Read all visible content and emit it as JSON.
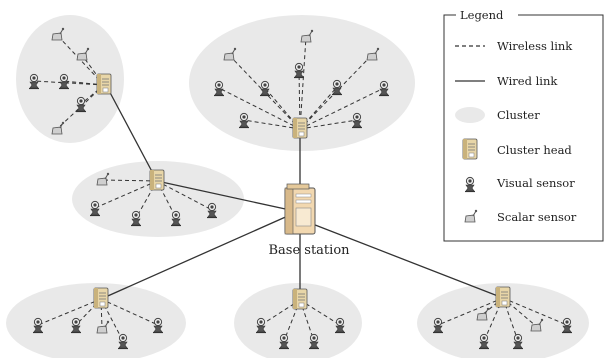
{
  "diagram": {
    "base_station_label": "Base station",
    "legend": {
      "title": "Legend",
      "items": [
        {
          "icon": "dashed-line-icon",
          "label": "Wireless link"
        },
        {
          "icon": "solid-line-icon",
          "label": "Wired link"
        },
        {
          "icon": "cluster-ellipse-icon",
          "label": "Cluster"
        },
        {
          "icon": "cluster-head-icon",
          "label": "Cluster head"
        },
        {
          "icon": "visual-sensor-icon",
          "label": "Visual sensor"
        },
        {
          "icon": "scalar-sensor-icon",
          "label": "Scalar sensor"
        }
      ]
    },
    "colors": {
      "cluster_fill": "#e9e9e9",
      "cluster_head_fill": "#e8d6a8",
      "base_station_fill": "#f2d8b0",
      "line": "#333333",
      "sensor_body": "#444444"
    }
  }
}
